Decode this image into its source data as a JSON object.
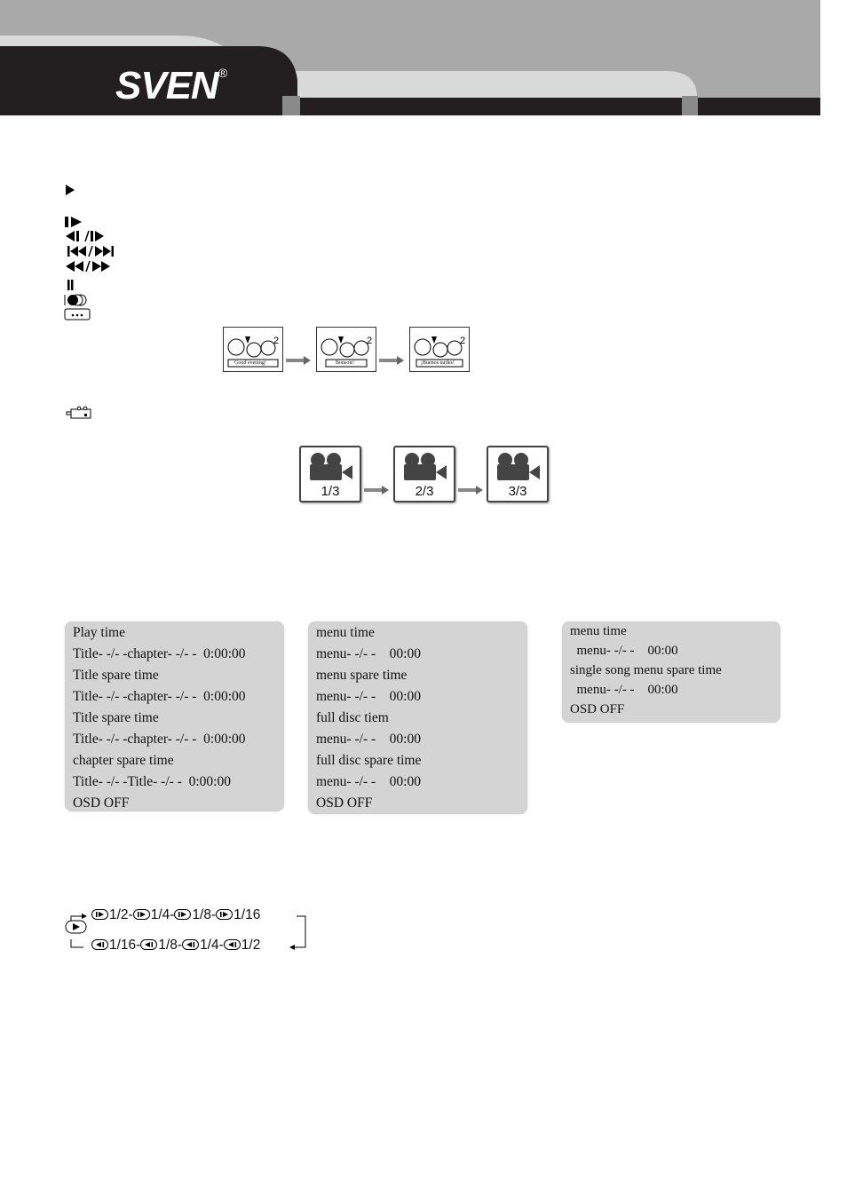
{
  "header": {
    "brand": "SVEN",
    "registered": "®"
  },
  "icons": [
    "play-icon",
    "step-icon",
    "slow-reverse-forward-icon",
    "prev-next-icon",
    "rewind-fastforward-icon",
    "pause-icon",
    "angle-icon",
    "subtitle-icon",
    "audio-icon"
  ],
  "subtitle_frames": [
    "Good evening!",
    "Bonsoir!",
    "¡Buenos tardes!"
  ],
  "angle_frames": [
    "1/3",
    "2/3",
    "3/3"
  ],
  "osd_boxes": {
    "dvd": [
      "Play time",
      "Title- -/- -chapter- -/- -  0:00:00",
      "Title spare time",
      "Title- -/- -chapter- -/- -  0:00:00",
      "Title spare time",
      "Title- -/- -chapter- -/- -  0:00:00",
      "chapter spare time",
      "Title- -/- -Title- -/- -  0:00:00",
      "OSD OFF"
    ],
    "vcd": [
      "menu time",
      "menu- -/- -    00:00",
      "menu spare time",
      "menu- -/- -    00:00",
      "full disc tiem",
      "menu- -/- -    00:00",
      "full disc spare time",
      "menu- -/- -    00:00",
      "OSD OFF"
    ],
    "cd": [
      "menu time",
      "  menu- -/- -    00:00",
      "single song menu spare time",
      "  menu- -/- -    00:00",
      "OSD OFF"
    ]
  },
  "slow_speeds": {
    "forward": [
      "1/2-",
      "1/4-",
      "1/8-",
      "1/16"
    ],
    "reverse": [
      "1/16-",
      "1/8-",
      "1/4-",
      "1/2"
    ]
  }
}
